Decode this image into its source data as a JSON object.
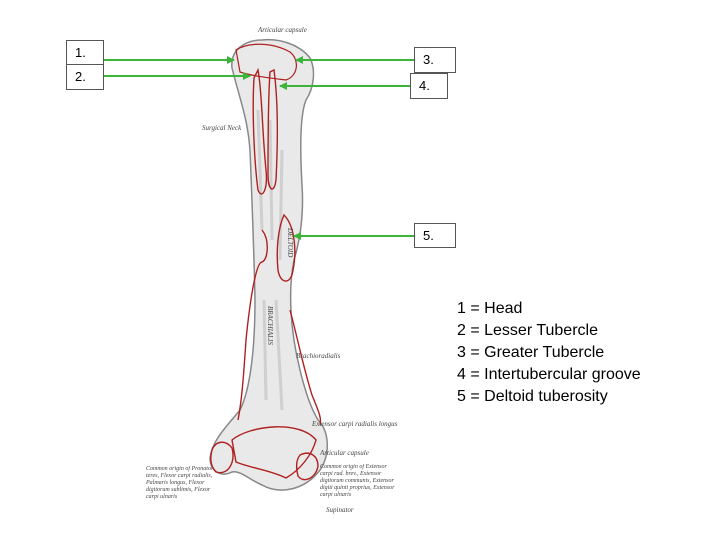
{
  "labels": {
    "box1": "1.",
    "box2": "2.",
    "box3": "3.",
    "box4": "4.",
    "box5": "5."
  },
  "legend": [
    "1 = Head",
    "2 = Lesser Tubercle",
    "3 = Greater Tubercle",
    "4 = Intertubercular groove",
    "5 = Deltoid tuberosity"
  ],
  "figure_text": {
    "articular_capsule_top": "Articular capsule",
    "surgical_neck": "Surgical Neck",
    "deltoid": "DELTOID",
    "brachialis": "BRACHIALIS",
    "brachioradialis": "Brachioradialis",
    "extensor_carpi": "Extensor carpi radialis longus",
    "articular_capsule_bottom": "Articular capsule",
    "common_origin_flexor": "Common origin of Pronator teres, Flexor carpi radialis, Palmaris longus, Flexor digitorum sublimis, Flexor carpi ulnaris",
    "common_origin_extensor": "Common origin of Extensor carpi rad. brev., Extensor digitorum communis, Extensor digiti quinti proprius, Extensor carpi ulnaris",
    "supinator": "Supinator"
  },
  "colors": {
    "arrow": "#3cb43c",
    "muscle_outline": "#b02020",
    "bone_fill": "#e9e9e9",
    "bone_stroke": "#888888"
  }
}
